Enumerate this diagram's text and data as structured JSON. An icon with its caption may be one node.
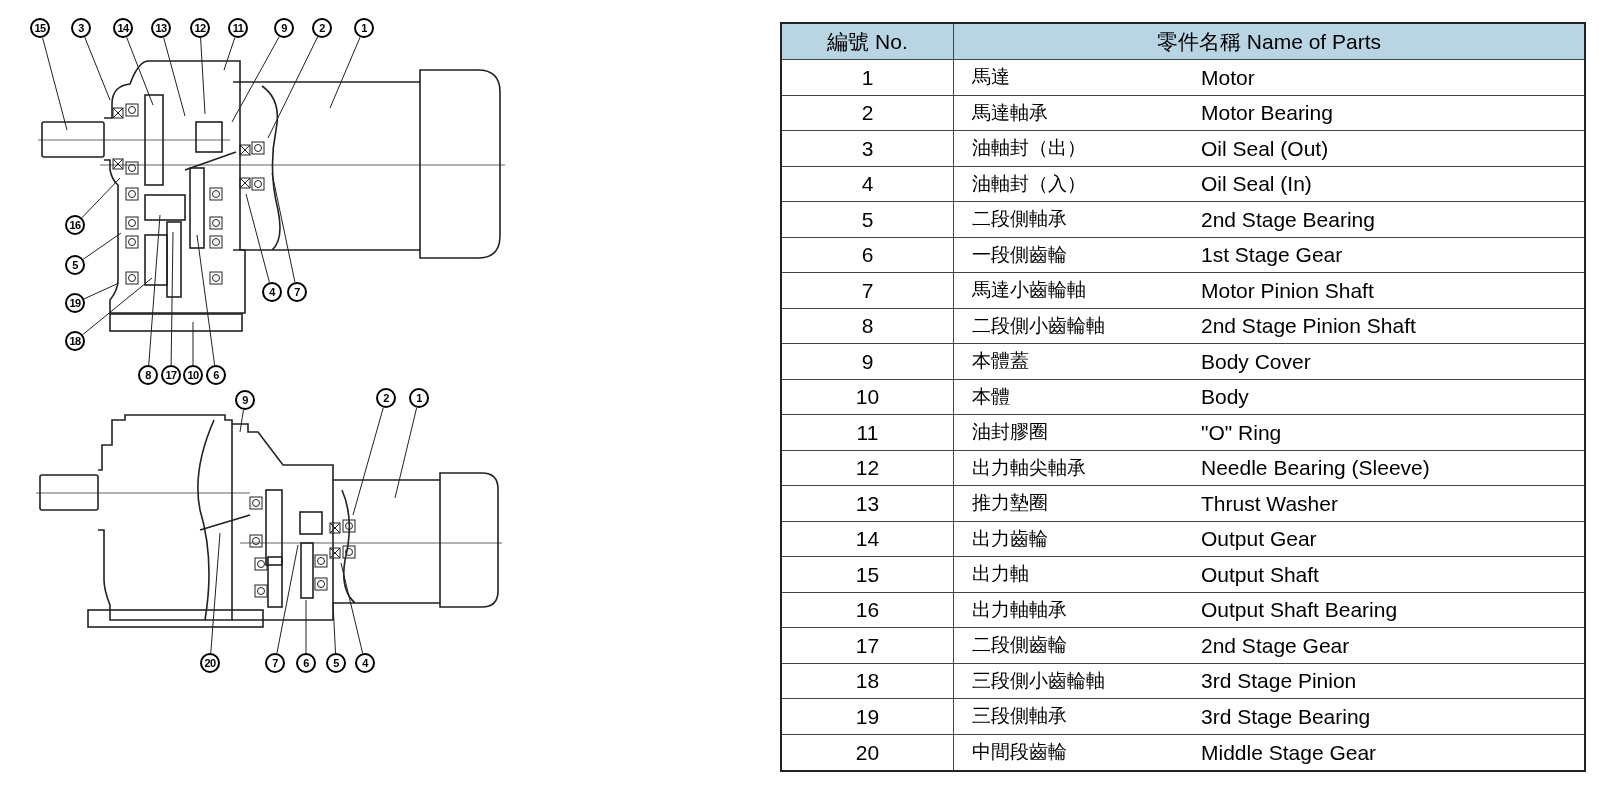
{
  "diagram": {
    "nodes": [
      {
        "text": [
          "15"
        ]
      },
      {
        "text": [
          "3"
        ]
      },
      {
        "text": [
          "14"
        ]
      },
      {
        "text": [
          "13"
        ]
      },
      {
        "text": [
          "12"
        ]
      },
      {
        "text": [
          "11"
        ]
      },
      {
        "text": [
          "9"
        ]
      },
      {
        "text": [
          "2"
        ]
      },
      {
        "text": [
          "1"
        ]
      },
      {
        "text": [
          "16"
        ]
      },
      {
        "text": [
          "5"
        ]
      },
      {
        "text": [
          "19"
        ]
      },
      {
        "text": [
          "18"
        ]
      },
      {
        "text": [
          "4"
        ]
      },
      {
        "text": [
          "7"
        ]
      },
      {
        "text": [
          "8"
        ]
      },
      {
        "text": [
          "17"
        ]
      },
      {
        "text": [
          "10"
        ]
      },
      {
        "text": [
          "6"
        ]
      },
      {
        "text": [
          "9"
        ]
      },
      {
        "text": [
          "2"
        ]
      },
      {
        "text": [
          "1"
        ]
      },
      {
        "text": [
          "20"
        ]
      },
      {
        "text": [
          "7"
        ]
      },
      {
        "text": [
          "6"
        ]
      },
      {
        "text": [
          "5"
        ]
      },
      {
        "text": [
          "4"
        ]
      }
    ],
    "edges": [
      {
        "from": 0,
        "to": null,
        "arrow": "none"
      },
      {
        "from": 1,
        "to": null,
        "arrow": "none"
      },
      {
        "from": 2,
        "to": null,
        "arrow": "none"
      },
      {
        "from": 3,
        "to": null,
        "arrow": "none"
      },
      {
        "from": 4,
        "to": null,
        "arrow": "none"
      },
      {
        "from": 5,
        "to": null,
        "arrow": "none"
      },
      {
        "from": 6,
        "to": null,
        "arrow": "none"
      },
      {
        "from": 7,
        "to": null,
        "arrow": "none"
      },
      {
        "from": 8,
        "to": null,
        "arrow": "none"
      },
      {
        "from": 9,
        "to": null,
        "arrow": "none"
      },
      {
        "from": 10,
        "to": null,
        "arrow": "none"
      },
      {
        "from": 11,
        "to": null,
        "arrow": "none"
      },
      {
        "from": 12,
        "to": null,
        "arrow": "none"
      },
      {
        "from": 13,
        "to": null,
        "arrow": "none"
      },
      {
        "from": 14,
        "to": null,
        "arrow": "none"
      },
      {
        "from": 15,
        "to": null,
        "arrow": "none"
      },
      {
        "from": 16,
        "to": null,
        "arrow": "none"
      },
      {
        "from": 17,
        "to": null,
        "arrow": "none"
      },
      {
        "from": 18,
        "to": null,
        "arrow": "none"
      },
      {
        "from": 19,
        "to": null,
        "arrow": "none"
      },
      {
        "from": 20,
        "to": null,
        "arrow": "none"
      },
      {
        "from": 21,
        "to": null,
        "arrow": "none"
      },
      {
        "from": 22,
        "to": null,
        "arrow": "none"
      },
      {
        "from": 23,
        "to": null,
        "arrow": "none"
      },
      {
        "from": 24,
        "to": null,
        "arrow": "none"
      },
      {
        "from": 25,
        "to": null,
        "arrow": "none"
      },
      {
        "from": 26,
        "to": null,
        "arrow": "none"
      }
    ],
    "labels": [
      "編號 No.",
      "零件名稱 Name of Parts",
      "1",
      "馬達",
      "Motor",
      "2",
      "馬達軸承",
      "Motor Bearing",
      "3",
      "油軸封（出）",
      "Oil Seal (Out)",
      "4",
      "油軸封（入）",
      "Oil Seal (In)",
      "5",
      "二段側軸承",
      "2nd Stage Bearing",
      "6",
      "一段側齒輪",
      "1st Stage Gear",
      "7",
      "馬達小齒輪軸",
      "Motor Pinion Shaft",
      "8",
      "二段側小齒輪軸",
      "2nd Stage Pinion Shaft",
      "9",
      "本體蓋",
      "Body Cover",
      "10",
      "本體",
      "Body",
      "11",
      "油封膠圈",
      "\"O\" Ring",
      "12",
      "出力軸尖軸承",
      "Needle Bearing (Sleeve)",
      "13",
      "推力墊圈",
      "Thrust Washer",
      "14",
      "出力齒輪",
      "Output Gear",
      "15",
      "出力軸",
      "Output Shaft",
      "16",
      "出力軸軸承",
      "Output Shaft Bearing",
      "17",
      "二段側齒輪",
      "2nd Stage Gear",
      "18",
      "三段側小齒輪軸",
      "3rd Stage Pinion",
      "19",
      "三段側軸承",
      "3rd Stage Bearing",
      "20",
      "中間段齒輪",
      "Middle Stage Gear"
    ]
  }
}
